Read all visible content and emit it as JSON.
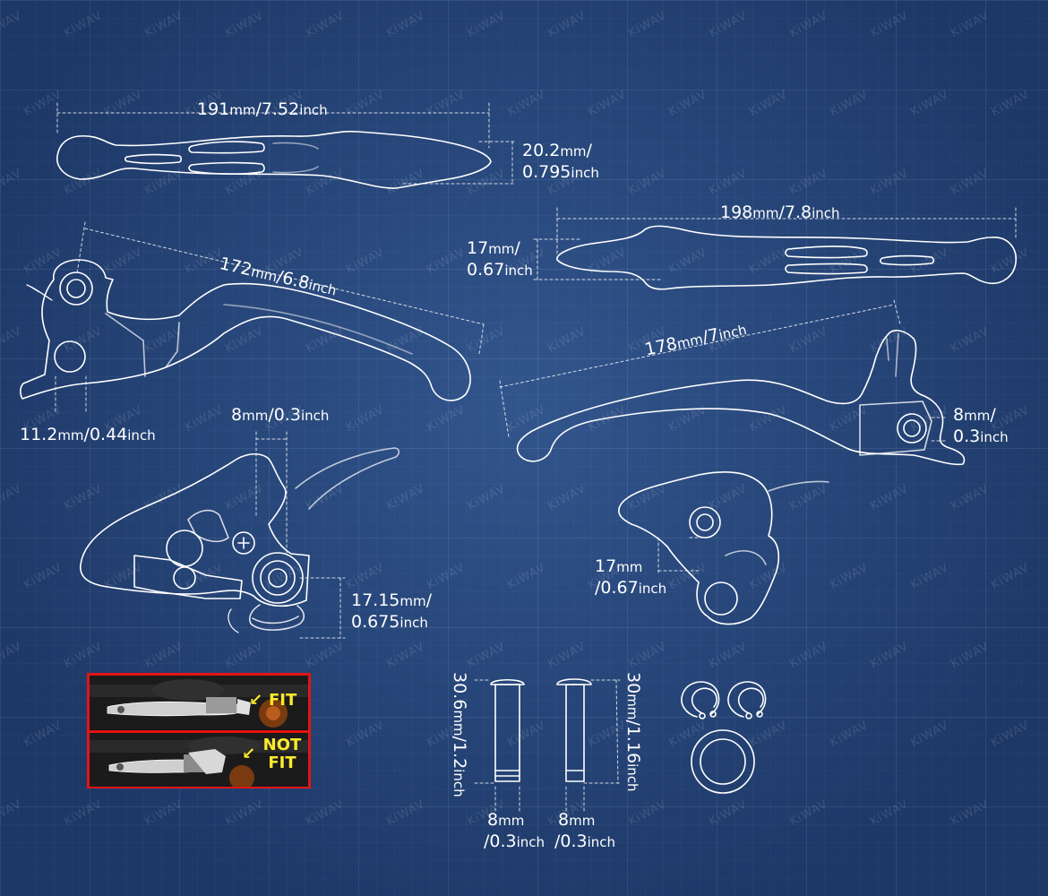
{
  "watermark": "KiWAV",
  "colors": {
    "background": "#27487d",
    "line": "#ffffff",
    "fit_border": "#e41414",
    "fit_text": "#ffeb2a"
  },
  "dimensions": {
    "lever_top_length": {
      "num": "191",
      "unit": "mm",
      "sep": "/",
      "num2": "7.52",
      "unit2": "inch"
    },
    "lever_top_width": {
      "num": "20.2",
      "unit": "mm",
      "sep": "/",
      "num2": "0.795",
      "unit2": "inch"
    },
    "lever_right_length": {
      "num": "198",
      "unit": "mm",
      "sep": "/",
      "num2": "7.8",
      "unit2": "inch"
    },
    "lever_right_width": {
      "num": "17",
      "unit": "mm",
      "sep": "/",
      "num2": "0.67",
      "unit2": "inch"
    },
    "brake_length": {
      "num": "172",
      "unit": "mm",
      "sep": "/",
      "num2": "6.8",
      "unit2": "inch"
    },
    "brake_pivot": {
      "num": "11.2",
      "unit": "mm",
      "sep": "/",
      "num2": "0.44",
      "unit2": "inch"
    },
    "clutch_length": {
      "num": "178",
      "unit": "mm",
      "sep": "/",
      "num2": "7",
      "unit2": "inch"
    },
    "clutch_pivot": {
      "num": "8",
      "unit": "mm",
      "sep": "/",
      "num2": "0.3",
      "unit2": "inch"
    },
    "perch_slot": {
      "num": "8",
      "unit": "mm",
      "sep": "/",
      "num2": "0.3",
      "unit2": "inch"
    },
    "perch_height": {
      "num": "17.15",
      "unit": "mm",
      "sep": "/",
      "num2": "0.675",
      "unit2": "inch"
    },
    "clutch_perch_bore": {
      "num": "17",
      "unit": "mm",
      "sep": "/",
      "num2": "0.67",
      "unit2": "inch"
    },
    "pin_long_length": {
      "num": "30.6",
      "unit": "mm",
      "sep": "/",
      "num2": "1.2",
      "unit2": "inch"
    },
    "pin_short_length": {
      "num": "30",
      "unit": "mm",
      "sep": "/",
      "num2": "1.16",
      "unit2": "inch"
    },
    "pin_long_dia": {
      "num": "8",
      "unit": "mm",
      "sep": "/",
      "num2": "0.3",
      "unit2": "inch"
    },
    "pin_short_dia": {
      "num": "8",
      "unit": "mm",
      "sep": "/",
      "num2": "0.3",
      "unit2": "inch"
    }
  },
  "fit_guide": {
    "fit_label": "FIT",
    "not_label_1": "NOT",
    "not_label_2": "FIT"
  }
}
